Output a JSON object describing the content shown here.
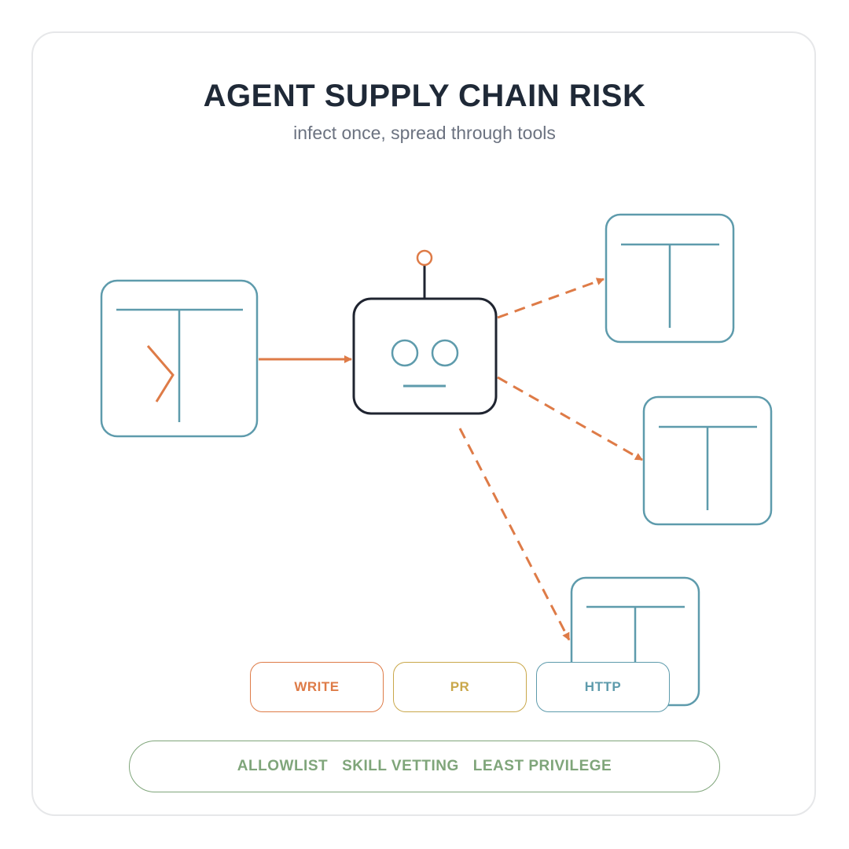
{
  "header": {
    "title": "AGENT SUPPLY CHAIN RISK",
    "subtitle": "infect once, spread through tools"
  },
  "capabilities": [
    {
      "label": "WRITE",
      "color": "#de7b47"
    },
    {
      "label": "PR",
      "color": "#c9a74a"
    },
    {
      "label": "HTTP",
      "color": "#5e9bac"
    }
  ],
  "defenses": {
    "items": [
      "ALLOWLIST",
      "SKILL VETTING",
      "LEAST PRIVILEGE"
    ],
    "color": "#7fa57a"
  },
  "colors": {
    "tool": "#5e9bac",
    "threat": "#de7b47",
    "agent": "#1f2430",
    "border": "#e6e7e9"
  },
  "icons": {
    "source": "terminal-window-icon",
    "agent": "robot-agent-icon",
    "targets": [
      "tool-window-icon",
      "tool-window-icon",
      "tool-window-icon"
    ]
  }
}
